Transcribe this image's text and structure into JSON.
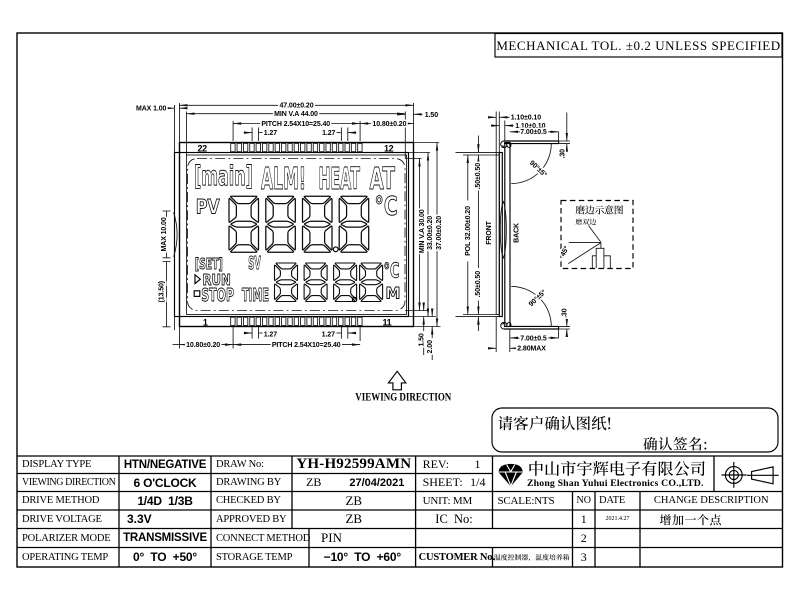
{
  "tol_note": "MECHANICAL TOL. ±0.2 UNLESS SPECIFIED",
  "viewing_direction_note": "VIEWING DIRECTION",
  "lcd": {
    "pin_top_left": "22",
    "pin_top_right": "12",
    "pin_bottom_left": "1",
    "pin_bottom_right": "11",
    "ann_main": "[main]",
    "ann_alm": "ALM!",
    "ann_heat": "HEAT",
    "ann_at": "AT",
    "ann_pv": "PV",
    "ann_set": "[SET]",
    "ann_sv": "SV",
    "ann_run": "RUN",
    "ann_stop": "STOP",
    "ann_time": "TIME",
    "pv_value": "8888",
    "sv_value": "8888",
    "pv_unit": "°C",
    "sv_unit": "°C",
    "sv_unit2": "M"
  },
  "dims": {
    "max100": "MAX 1.00",
    "glass_w": "47.00±0.20",
    "va_w": "MIN V.A 44.00",
    "pitch_top": "PITCH 2.54X10=25.40",
    "edge_top": "10.80±0.20",
    "p127a": "1.27",
    "p127b": "1.27",
    "m150_top": "1.50",
    "va_h": "MIN V.A 30.00",
    "front_h": "33.00±0.20",
    "back_h": "37.00±0.20",
    "max10": "MAX 10.00",
    "d1350": "(13.50)",
    "edge_bot": "10.80±0.20",
    "pitch_bot": "PITCH 2.54X10=25.40",
    "p127c": "1.27",
    "p127d": "1.27",
    "m150_bot": "1.50",
    "m200_bot": "2.00",
    "side_t110a": "1.10±0.10",
    "side_t110b": "1.10±0.10",
    "side_pin_top": "7.00±0.5",
    "side_ang_top": "90°±5°",
    "side_thk_top": ".30",
    "side_m50_top": ".50±0.50",
    "side_pol": "POL 32.00±0.20",
    "side_front": "FRONT",
    "side_back": "BACK",
    "side_m50_bot": ".50±0.50",
    "side_ang_bot": "90°±5°",
    "side_thk_bot": ".30",
    "side_pin_bot": "7.00±0.5",
    "side_total": "2.80MAX"
  },
  "grind": {
    "title": "磨边示意图",
    "label": "磨双边",
    "angle": "45°"
  },
  "confirm": {
    "line1": "请客户确认图纸!",
    "line2": "确认签名:"
  },
  "company": {
    "name_cn": "中山市宇辉电子有限公司",
    "name_en": "Zhong Shan Yuhui Electronics CO.,LTD."
  },
  "spec": {
    "display_type_label": "DISPLAY TYPE",
    "display_type": "HTN/NEGATIVE",
    "viewing_direction_label": "VIEWING DIRECTION",
    "viewing_direction": "6 O'CLOCK",
    "drive_method_label": "DRIVE METHOD",
    "drive_method": "1/4D  1/3B",
    "drive_voltage_label": "DRIVE VOLTAGE",
    "drive_voltage": "3.3V",
    "polarizer_mode_label": "POLARIZER MODE",
    "polarizer_mode": "TRANSMISSIVE",
    "operating_temp_label": "OPERATING TEMP",
    "operating_temp": "0°  TO  +50°",
    "draw_no_label": "DRAW No:",
    "draw_no": "YH-H92599AMN",
    "drawing_by_label": "DRAWING BY",
    "drawing_by": "ZB",
    "drawing_date": "27/04/2021",
    "checked_by_label": "CHECKED BY",
    "checked_by": "ZB",
    "approved_by_label": "APPROVED BY",
    "approved_by": "ZB",
    "connect_method_label": "CONNECT METHOD",
    "connect_method": "PIN",
    "storage_temp_label": "STORAGE TEMP",
    "storage_temp": "−10°  TO  +60°",
    "rev_label": "REV:",
    "rev": "1",
    "sheet_label": "SHEET:",
    "sheet": "1/4",
    "unit_label": "UNIT: MM",
    "scale_label": "SCALE:NTS",
    "no_label": "NO",
    "date_label": "DATE",
    "change_label": "CHANGE DESCRIPTION",
    "ic_no_label": "IC  No:",
    "customer_no_label": "CUSTOMER No.",
    "customer_no": "温度控制器，温度培养箱",
    "revisions": [
      {
        "no": "1",
        "date": "2021.4.27",
        "desc": "增加一个点"
      },
      {
        "no": "2",
        "date": "",
        "desc": ""
      },
      {
        "no": "3",
        "date": "",
        "desc": ""
      }
    ]
  }
}
